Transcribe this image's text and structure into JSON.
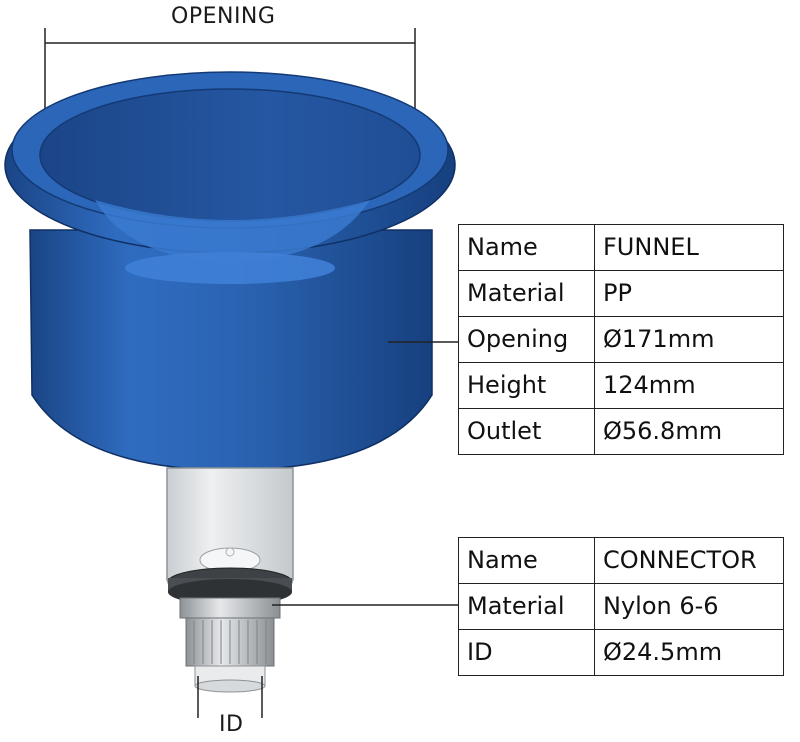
{
  "labels": {
    "opening": "OPENING",
    "id": "ID"
  },
  "funnel_table": [
    {
      "key": "Name",
      "value": "FUNNEL"
    },
    {
      "key": "Material",
      "value": "PP"
    },
    {
      "key": "Opening",
      "value": "Ø171mm"
    },
    {
      "key": "Height",
      "value": "124mm"
    },
    {
      "key": "Outlet",
      "value": "Ø56.8mm"
    }
  ],
  "connector_table": [
    {
      "key": "Name",
      "value": "CONNECTOR"
    },
    {
      "key": "Material",
      "value": "Nylon 6-6"
    },
    {
      "key": "ID",
      "value": "Ø24.5mm"
    }
  ],
  "colors": {
    "funnel_blue": "#2b64b3",
    "funnel_dark": "#1d4a8a",
    "tube_clear": "#dfe3e6",
    "connector_grey": "#b9bdc1"
  }
}
